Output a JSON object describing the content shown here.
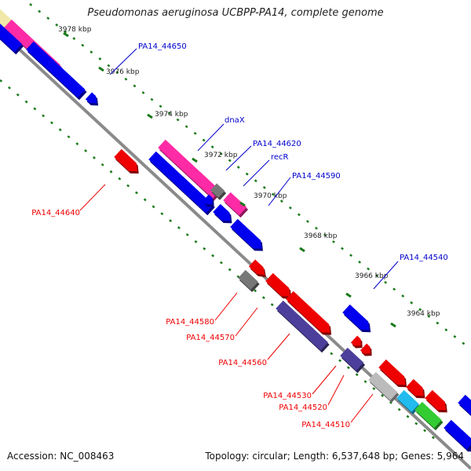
{
  "title": "Pseudomonas aeruginosa UCBPP-PA14, complete genome",
  "footer": {
    "accession": "Accession: NC_008463",
    "topology": "Topology: circular; Length: 6,537,648 bp; Genes: 5,964"
  },
  "colors": {
    "forward_gene": "#0000ee",
    "reverse_gene": "#ee0000",
    "backbone": "#8a8a8a",
    "tick": "#1a7a1a"
  },
  "ticks": [
    "3978 kbp",
    "3976 kbp",
    "3974 kbp",
    "3972 kbp",
    "3970 kbp",
    "3968 kbp",
    "3966 kbp",
    "3964 kbp"
  ],
  "gene_labels": {
    "forward": [
      "PA14_44650",
      "dnaX",
      "PA14_44620",
      "recR",
      "PA14_44590",
      "PA14_44540"
    ],
    "reverse": [
      "PA14_44640",
      "PA14_44580",
      "PA14_44570",
      "PA14_44560",
      "PA14_44530",
      "PA14_44520",
      "PA14_44510"
    ]
  }
}
